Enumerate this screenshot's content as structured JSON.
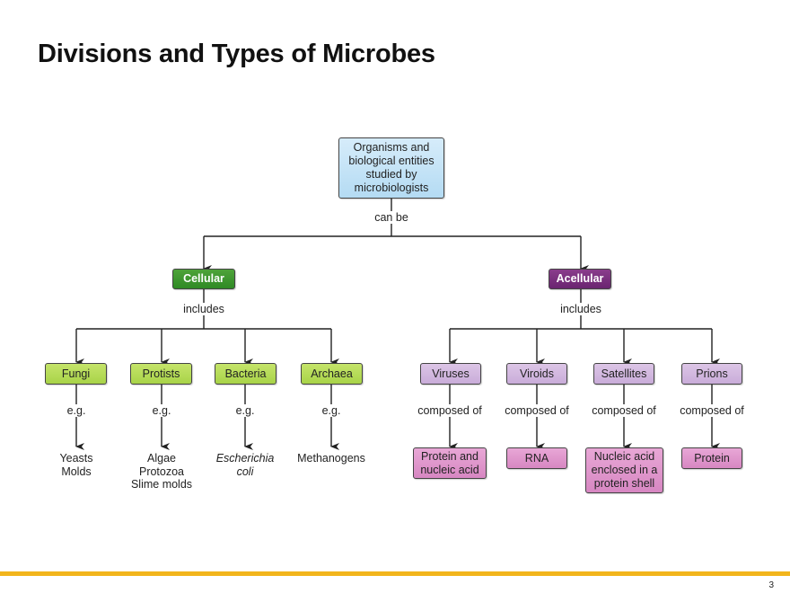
{
  "title": "Divisions and Types of Microbes",
  "root": {
    "lines": [
      "Organisms and",
      "biological entities",
      "studied by",
      "microbiologists"
    ]
  },
  "root_connector": "can be",
  "branches": {
    "cellular": {
      "label": "Cellular",
      "connector": "includes",
      "groups": [
        {
          "label": "Fungi",
          "relation": "e.g.",
          "examples": [
            "Yeasts",
            "Molds"
          ]
        },
        {
          "label": "Protists",
          "relation": "e.g.",
          "examples": [
            "Algae",
            "Protozoa",
            "Slime molds"
          ]
        },
        {
          "label": "Bacteria",
          "relation": "e.g.",
          "examples": [
            "Escherichia",
            "coli"
          ]
        },
        {
          "label": "Archaea",
          "relation": "e.g.",
          "examples": [
            "Methanogens"
          ]
        }
      ]
    },
    "acellular": {
      "label": "Acellular",
      "connector": "includes",
      "groups": [
        {
          "label": "Viruses",
          "relation": "composed of",
          "composition": [
            "Protein and",
            "nucleic acid"
          ]
        },
        {
          "label": "Viroids",
          "relation": "composed of",
          "composition": [
            "RNA"
          ]
        },
        {
          "label": "Satellites",
          "relation": "composed of",
          "composition": [
            "Nucleic acid",
            "enclosed in a",
            "protein shell"
          ]
        },
        {
          "label": "Prions",
          "relation": "composed of",
          "composition": [
            "Protein"
          ]
        }
      ]
    }
  },
  "colors": {
    "root": "#c2e1f5",
    "cellular": "#3a9530",
    "acellular": "#7a2f80",
    "cellular_group": "#b5da55",
    "acellular_group": "#d2b7df",
    "composition": "#de93ca",
    "footer_bar": "#f2b51c"
  },
  "page_number": "3"
}
